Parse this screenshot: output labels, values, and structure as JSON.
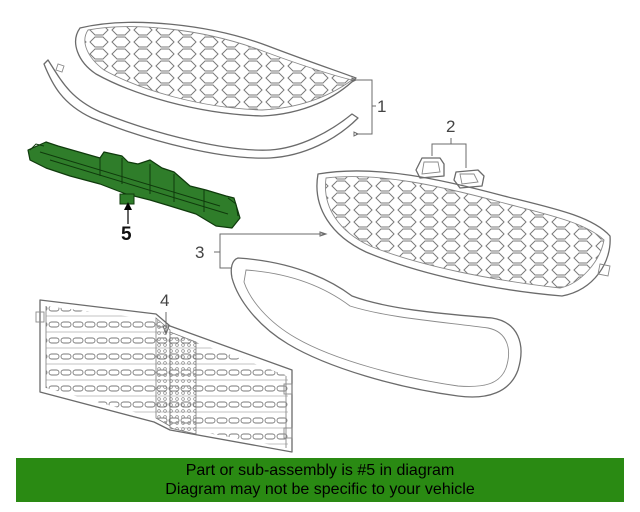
{
  "diagram": {
    "callouts": {
      "c1": "1",
      "c2": "2",
      "c3": "3",
      "c4": "4",
      "c5": "5"
    },
    "highlight_part": "5",
    "highlight_color": "#2f7d2a"
  },
  "banner": {
    "line1": "Part or sub-assembly is #5 in diagram",
    "line2": "Diagram may not be specific to your vehicle",
    "background": "#2a8a13"
  }
}
